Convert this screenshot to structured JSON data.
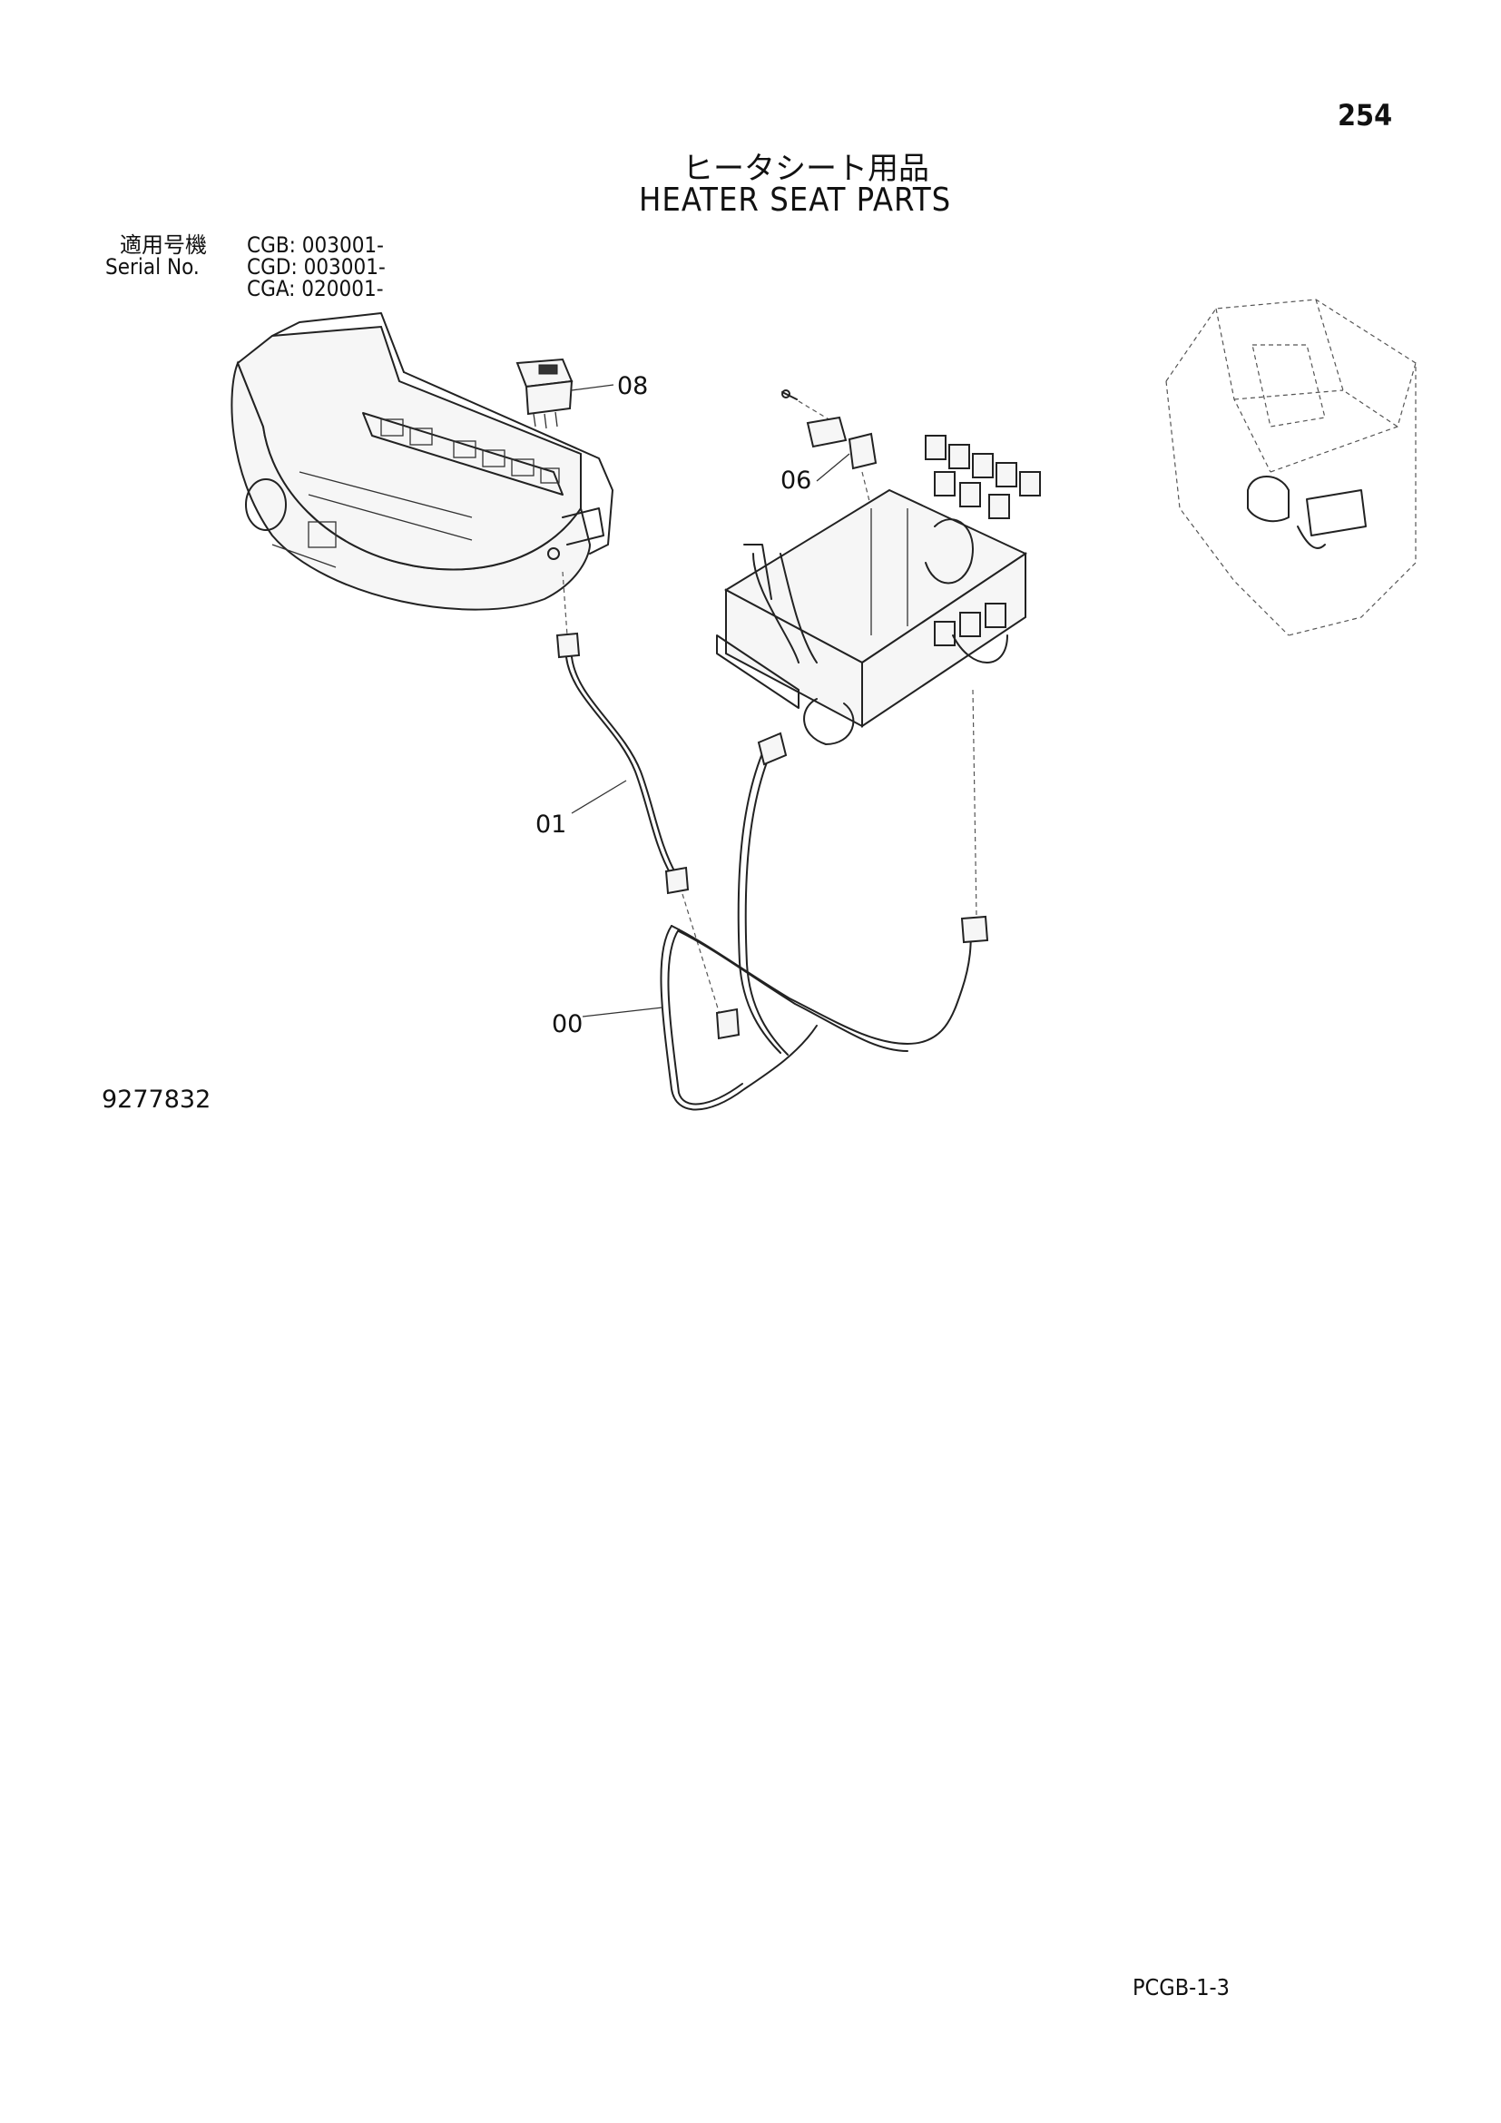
{
  "page": {
    "number": "254",
    "code": "PCGB-1-3"
  },
  "title": {
    "japanese": "ヒータシート用品",
    "english": "HEATER SEAT PARTS"
  },
  "serial": {
    "label_ja": "適用号機",
    "label_en": "Serial No.",
    "entries": [
      "CGB: 003001-",
      "CGD: 003001-",
      "CGA: 020001-"
    ]
  },
  "drawing_number": "9277832",
  "callouts": {
    "part_08": "08",
    "part_06": "06",
    "part_01": "01",
    "part_00": "00"
  }
}
